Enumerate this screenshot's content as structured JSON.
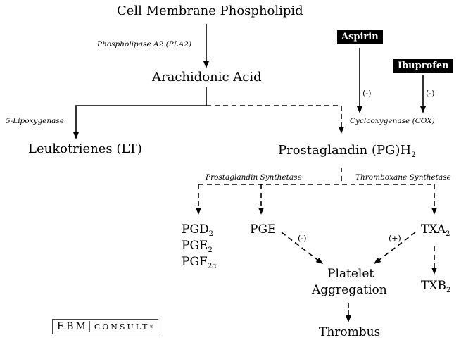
{
  "nodes": {
    "cell_membrane": "Cell Membrane Phospholipid",
    "arachidonic_acid": "Arachidonic Acid",
    "leukotrienes": "Leukotrienes (LT)",
    "prostaglandin_h2": "Prostaglandin (PG)H",
    "prostaglandin_h2_sub": "2",
    "pgd": "PGD",
    "pgd_sub": "2",
    "pge2": "PGE",
    "pge2_sub": "2",
    "pgf": "PGF",
    "pgf_sub": "2α",
    "pge": "PGE",
    "txa": "TXA",
    "txa_sub": "2",
    "txb": "TXB",
    "txb_sub": "2",
    "platelet_line1": "Platelet",
    "platelet_line2": "Aggregation",
    "thrombus": "Thrombus"
  },
  "enzymes": {
    "pla2": "Phospholipase A2 (PLA2)",
    "lipoxygenase": "5-Lipoxygenase",
    "cox": "Cyclooxygenase (COX)",
    "pg_synthetase": "Prostaglandin Synthetase",
    "tx_synthetase": "Thromboxane Synthetase"
  },
  "drugs": {
    "aspirin": "Aspirin",
    "ibuprofen": "Ibuprofen"
  },
  "effects": {
    "aspirin_effect": "(-)",
    "ibuprofen_effect": "(-)",
    "pge_effect": "(-)",
    "txa_effect": "(+)"
  },
  "logo": {
    "left": "EBM",
    "right": "CONSULT",
    "mark": "®"
  }
}
